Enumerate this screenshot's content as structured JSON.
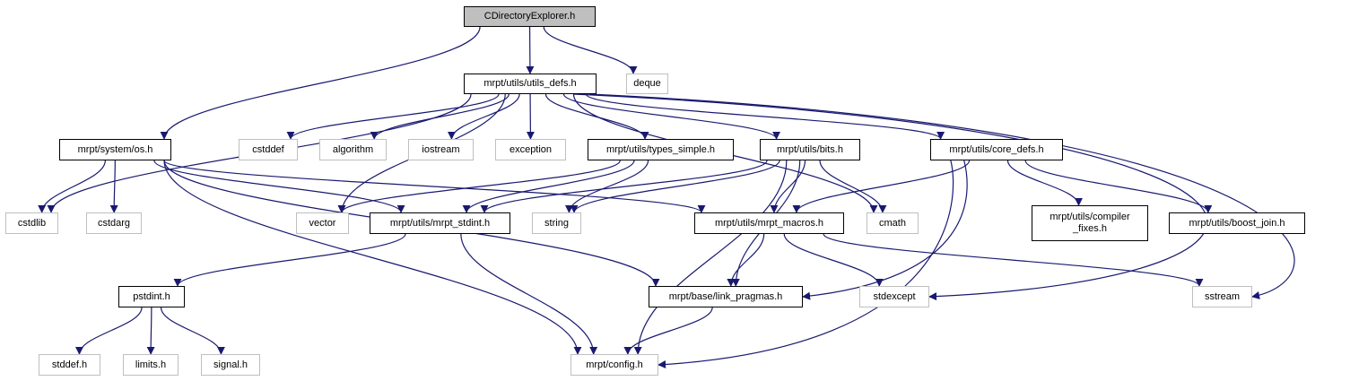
{
  "graph": {
    "edge_color": "#191970",
    "nodes": {
      "root": {
        "label": "CDirectoryExplorer.h",
        "kind": "root"
      },
      "utils_defs": {
        "label": "mrpt/utils/utils_defs.h",
        "kind": "internal"
      },
      "deque": {
        "label": "deque",
        "kind": "external"
      },
      "os": {
        "label": "mrpt/system/os.h",
        "kind": "internal"
      },
      "cstddef": {
        "label": "cstddef",
        "kind": "external"
      },
      "algorithm": {
        "label": "algorithm",
        "kind": "external"
      },
      "iostream": {
        "label": "iostream",
        "kind": "external"
      },
      "exception": {
        "label": "exception",
        "kind": "external"
      },
      "types_simple": {
        "label": "mrpt/utils/types_simple.h",
        "kind": "internal"
      },
      "bits": {
        "label": "mrpt/utils/bits.h",
        "kind": "internal"
      },
      "core_defs": {
        "label": "mrpt/utils/core_defs.h",
        "kind": "internal"
      },
      "cstdlib": {
        "label": "cstdlib",
        "kind": "external"
      },
      "cstdarg": {
        "label": "cstdarg",
        "kind": "external"
      },
      "vector": {
        "label": "vector",
        "kind": "external"
      },
      "mrpt_stdint": {
        "label": "mrpt/utils/mrpt_stdint.h",
        "kind": "internal"
      },
      "string": {
        "label": "string",
        "kind": "external"
      },
      "mrpt_macros": {
        "label": "mrpt/utils/mrpt_macros.h",
        "kind": "internal"
      },
      "cmath": {
        "label": "cmath",
        "kind": "external"
      },
      "compiler_fixes": {
        "label": "mrpt/utils/compiler\n_fixes.h",
        "kind": "internal"
      },
      "boost_join": {
        "label": "mrpt/utils/boost_join.h",
        "kind": "internal"
      },
      "pstdint": {
        "label": "pstdint.h",
        "kind": "internal"
      },
      "link_pragmas": {
        "label": "mrpt/base/link_pragmas.h",
        "kind": "internal"
      },
      "stdexcept": {
        "label": "stdexcept",
        "kind": "external"
      },
      "sstream": {
        "label": "sstream",
        "kind": "external"
      },
      "stddef": {
        "label": "stddef.h",
        "kind": "external"
      },
      "limits": {
        "label": "limits.h",
        "kind": "external"
      },
      "signal": {
        "label": "signal.h",
        "kind": "external"
      },
      "config": {
        "label": "mrpt/config.h",
        "kind": "external"
      }
    },
    "edges": [
      [
        "root",
        "utils_defs"
      ],
      [
        "root",
        "deque"
      ],
      [
        "root",
        "os"
      ],
      [
        "utils_defs",
        "cstdlib"
      ],
      [
        "utils_defs",
        "vector"
      ],
      [
        "utils_defs",
        "cstddef"
      ],
      [
        "utils_defs",
        "algorithm"
      ],
      [
        "utils_defs",
        "iostream"
      ],
      [
        "utils_defs",
        "exception"
      ],
      [
        "utils_defs",
        "types_simple"
      ],
      [
        "utils_defs",
        "bits"
      ],
      [
        "utils_defs",
        "cmath"
      ],
      [
        "utils_defs",
        "core_defs"
      ],
      [
        "utils_defs",
        "stdexcept"
      ],
      [
        "utils_defs",
        "sstream"
      ],
      [
        "os",
        "cstdlib"
      ],
      [
        "os",
        "cstdarg"
      ],
      [
        "os",
        "mrpt_stdint"
      ],
      [
        "os",
        "mrpt_macros"
      ],
      [
        "os",
        "link_pragmas"
      ],
      [
        "os",
        "config"
      ],
      [
        "types_simple",
        "vector"
      ],
      [
        "types_simple",
        "mrpt_stdint"
      ],
      [
        "types_simple",
        "string"
      ],
      [
        "bits",
        "mrpt_stdint"
      ],
      [
        "bits",
        "string"
      ],
      [
        "bits",
        "mrpt_macros"
      ],
      [
        "bits",
        "cmath"
      ],
      [
        "bits",
        "link_pragmas"
      ],
      [
        "bits",
        "config"
      ],
      [
        "core_defs",
        "mrpt_macros"
      ],
      [
        "core_defs",
        "link_pragmas"
      ],
      [
        "core_defs",
        "config"
      ],
      [
        "core_defs",
        "compiler_fixes"
      ],
      [
        "core_defs",
        "boost_join"
      ],
      [
        "mrpt_stdint",
        "pstdint"
      ],
      [
        "mrpt_stdint",
        "config"
      ],
      [
        "mrpt_macros",
        "link_pragmas"
      ],
      [
        "mrpt_macros",
        "stdexcept"
      ],
      [
        "mrpt_macros",
        "sstream"
      ],
      [
        "link_pragmas",
        "config"
      ],
      [
        "pstdint",
        "stddef"
      ],
      [
        "pstdint",
        "limits"
      ],
      [
        "pstdint",
        "signal"
      ]
    ]
  }
}
